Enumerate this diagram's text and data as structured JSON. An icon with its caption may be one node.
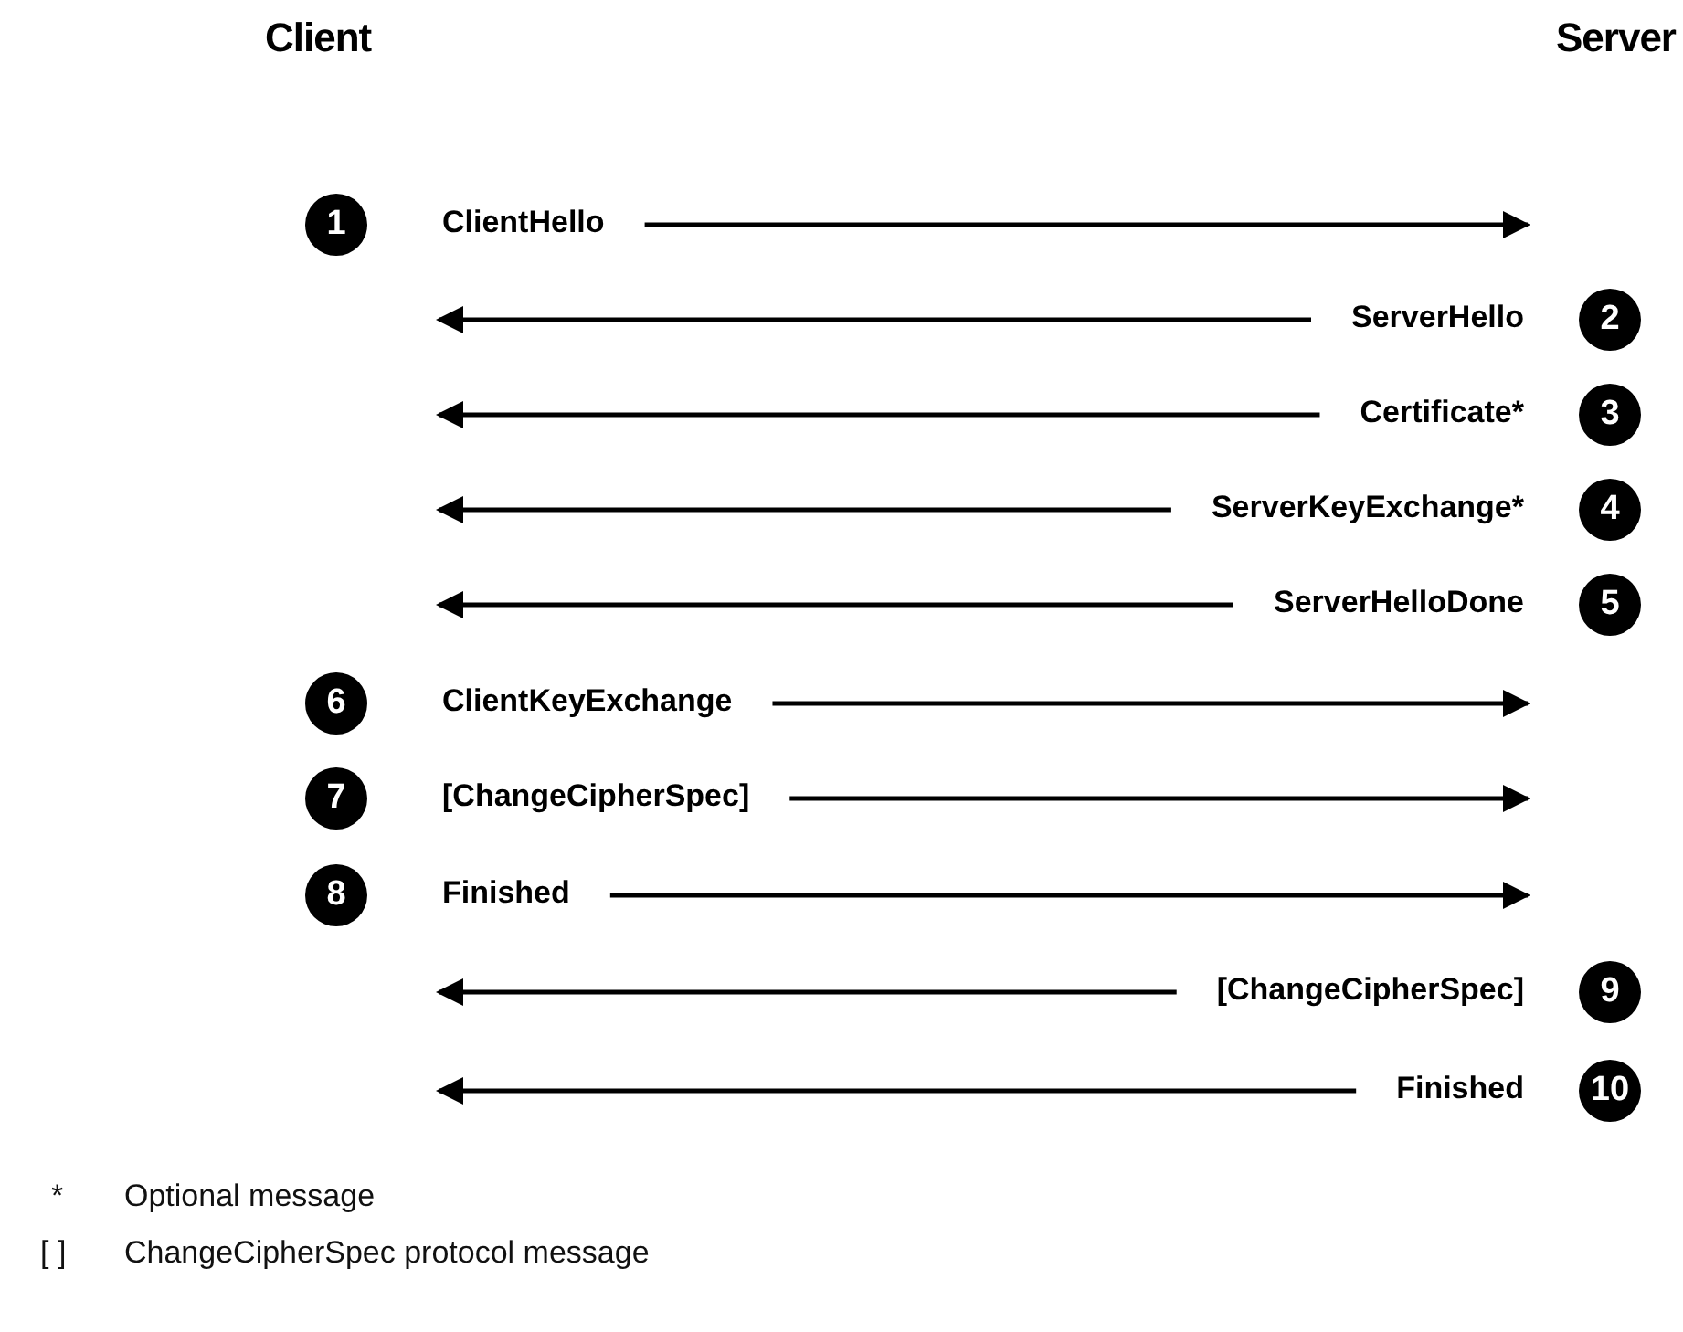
{
  "diagram": {
    "nodes": [
      {
        "text": [
          "Client"
        ]
      },
      {
        "text": [
          "Server"
        ]
      },
      {
        "text": [
          "1"
        ]
      },
      {
        "text": [
          "ClientHello"
        ]
      },
      {
        "text": [
          "ServerHello"
        ]
      },
      {
        "text": [
          "2"
        ]
      },
      {
        "text": [
          "Certificate*"
        ]
      },
      {
        "text": [
          "3"
        ]
      },
      {
        "text": [
          "ServerKeyExchange*"
        ]
      },
      {
        "text": [
          "4"
        ]
      },
      {
        "text": [
          "ServerHelloDone"
        ]
      },
      {
        "text": [
          "5"
        ]
      },
      {
        "text": [
          "6"
        ]
      },
      {
        "text": [
          "ClientKeyExchange"
        ]
      },
      {
        "text": [
          "7"
        ]
      },
      {
        "text": [
          "[ChangeCipherSpec]"
        ]
      },
      {
        "text": [
          "8"
        ]
      },
      {
        "text": [
          "Finished"
        ]
      },
      {
        "text": [
          "[ChangeCipherSpec]"
        ]
      },
      {
        "text": [
          "9"
        ]
      },
      {
        "text": [
          "Finished"
        ]
      },
      {
        "text": [
          "10"
        ]
      }
    ],
    "edges": [
      {
        "from": 3,
        "to": null,
        "arrow": "to"
      },
      {
        "from": 4,
        "to": null,
        "arrow": "to"
      },
      {
        "from": 6,
        "to": null,
        "arrow": "to"
      },
      {
        "from": 8,
        "to": null,
        "arrow": "to"
      },
      {
        "from": 10,
        "to": null,
        "arrow": "to"
      },
      {
        "from": 13,
        "to": null,
        "arrow": "to"
      },
      {
        "from": 15,
        "to": null,
        "arrow": "to"
      },
      {
        "from": 17,
        "to": null,
        "arrow": "to"
      },
      {
        "from": 18,
        "to": null,
        "arrow": "to"
      },
      {
        "from": 20,
        "to": null,
        "arrow": "to"
      }
    ],
    "labels": [
      "*",
      "Optional message",
      "[ ]",
      "ChangeCipherSpec protocol message"
    ]
  }
}
